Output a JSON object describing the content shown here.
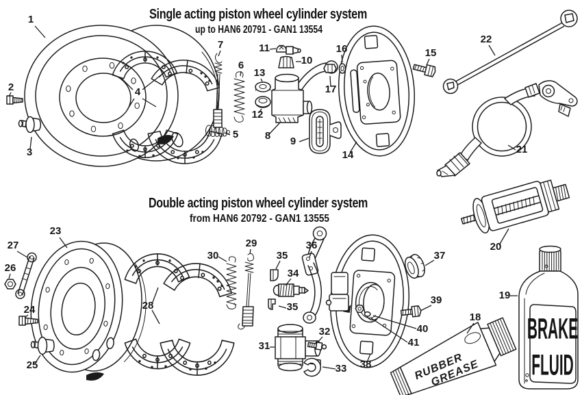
{
  "sections": {
    "top": {
      "title": "Single acting piston wheel cylinder system",
      "subtitle": "up to HAN6 20791 - GAN1 13554"
    },
    "bottom": {
      "title": "Double acting piston wheel cylinder system",
      "subtitle": "from HAN6 20792 - GAN1 13555"
    }
  },
  "part_labels": {
    "p1": "1",
    "p2": "2",
    "p3": "3",
    "p4": "4",
    "p5": "5",
    "p6": "6",
    "p7": "7",
    "p8": "8",
    "p9": "9",
    "p10": "10",
    "p11": "11",
    "p12": "12",
    "p13": "13",
    "p14": "14",
    "p15": "15",
    "p16": "16",
    "p17": "17",
    "p18": "18",
    "p19": "19",
    "p20": "20",
    "p21": "21",
    "p22": "22",
    "p23": "23",
    "p24": "24",
    "p25": "25",
    "p26": "26",
    "p27": "27",
    "p28": "28",
    "p29": "29",
    "p30": "30",
    "p31": "31",
    "p32": "32",
    "p33": "33",
    "p34": "34",
    "p35": "35",
    "p36": "36",
    "p37": "37",
    "p38": "38",
    "p39": "39",
    "p40": "40",
    "p41": "41"
  },
  "product_text": {
    "grease_line1": "RUBBER",
    "grease_line2": "GREASE",
    "fluid_line1": "BRAKE",
    "fluid_line2": "FLUID"
  },
  "colors": {
    "ink": "#1b1b1b",
    "paper": "#ffffff"
  }
}
